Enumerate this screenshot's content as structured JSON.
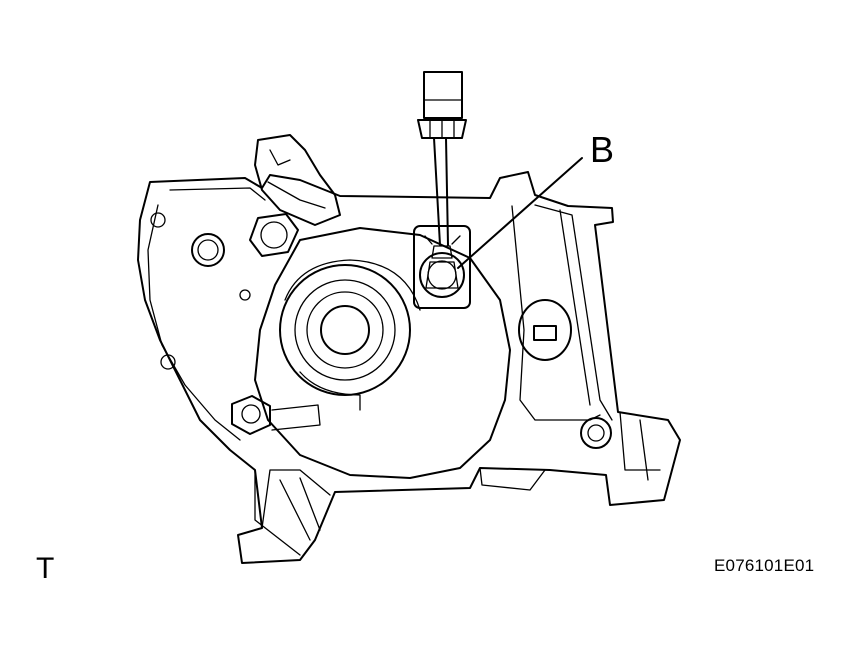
{
  "labels": {
    "callout": "B",
    "corner_mark": "T",
    "figure_id": "E076101E01"
  },
  "colors": {
    "ink": "#000000",
    "paper": "#ffffff"
  },
  "icons": {
    "tool": "screwdriver-icon"
  }
}
